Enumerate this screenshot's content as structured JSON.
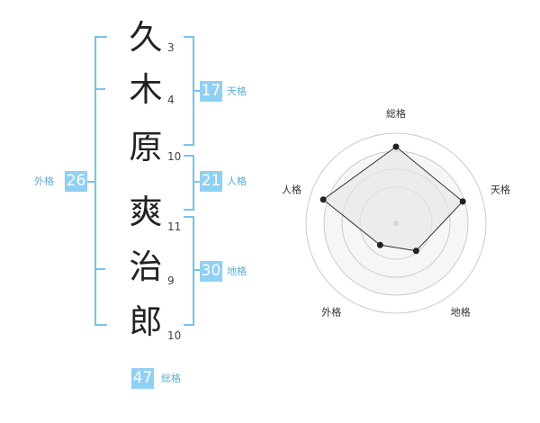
{
  "name_chars": [
    {
      "char": "久",
      "strokes": "3"
    },
    {
      "char": "木",
      "strokes": "4"
    },
    {
      "char": "原",
      "strokes": "10"
    },
    {
      "char": "爽",
      "strokes": "11"
    },
    {
      "char": "治",
      "strokes": "9"
    },
    {
      "char": "郎",
      "strokes": "10"
    }
  ],
  "scores": {
    "tenkaku": {
      "value": "17",
      "label": "天格"
    },
    "jinkaku": {
      "value": "21",
      "label": "人格"
    },
    "chikaku": {
      "value": "30",
      "label": "地格"
    },
    "gaikaku": {
      "value": "26",
      "label": "外格"
    },
    "soukaku": {
      "value": "47",
      "label": "総格"
    }
  },
  "radar": {
    "axes": [
      "総格",
      "天格",
      "地格",
      "外格",
      "人格"
    ],
    "values": [
      0.85,
      0.78,
      0.38,
      0.3,
      0.85
    ],
    "colors": {
      "fill": "#eeeeee",
      "stroke": "#333333",
      "ring": "#cccccc",
      "accent": "#79c4ee",
      "center": "#bbbbbb"
    }
  }
}
